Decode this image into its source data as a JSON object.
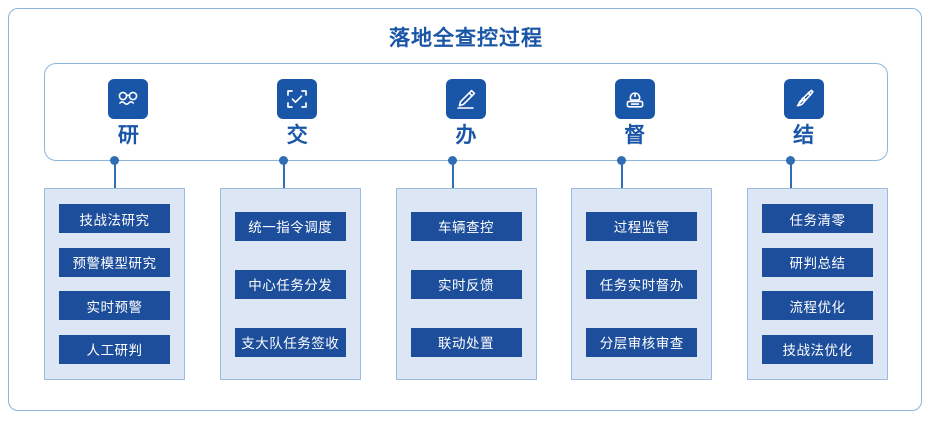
{
  "title": "落地全查控过程",
  "colors": {
    "accent": "#1A56A8",
    "pill_bg": "#1D4E9B",
    "column_bg": "#DCE6F5",
    "border": "#8FB4DA",
    "connector": "#2F6EB5"
  },
  "stages": [
    {
      "icon": "glasses-icon",
      "label": "研"
    },
    {
      "icon": "scan-check-icon",
      "label": "交"
    },
    {
      "icon": "pencil-edit-icon",
      "label": "办"
    },
    {
      "icon": "stamp-icon",
      "label": "督"
    },
    {
      "icon": "fountain-pen-icon",
      "label": "结"
    }
  ],
  "columns": [
    {
      "stage": "研",
      "items": [
        "技战法研究",
        "预警模型研究",
        "实时预警",
        "人工研判"
      ]
    },
    {
      "stage": "交",
      "items": [
        "统一指令调度",
        "中心任务分发",
        "支大队任务签收"
      ]
    },
    {
      "stage": "办",
      "items": [
        "车辆查控",
        "实时反馈",
        "联动处置"
      ]
    },
    {
      "stage": "督",
      "items": [
        "过程监管",
        "任务实时督办",
        "分层审核审查"
      ]
    },
    {
      "stage": "结",
      "items": [
        "任务清零",
        "研判总结",
        "流程优化",
        "技战法优化"
      ]
    }
  ]
}
